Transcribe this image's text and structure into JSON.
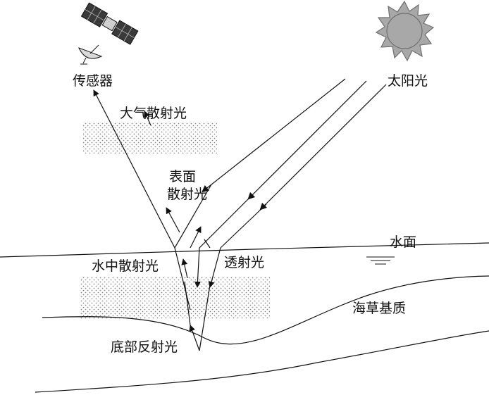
{
  "labels": {
    "sensor": "传感器",
    "sunlight": "太阳光",
    "atmospheric_scatter": "大气散射光",
    "surface_scatter_line1": "表面",
    "surface_scatter_line2": "散射光",
    "water_surface": "水面",
    "underwater_scatter": "水中散射光",
    "transmitted": "透射光",
    "seagrass_substrate": "海草基质",
    "bottom_reflect": "底部反射光"
  },
  "icons": [
    "satellite-icon",
    "sun-icon"
  ],
  "colors": {
    "line": "#111111",
    "stipple": "#8a8a8a",
    "sun_fill": "#a8a8a8",
    "sun_stroke": "#6f6f6f"
  }
}
